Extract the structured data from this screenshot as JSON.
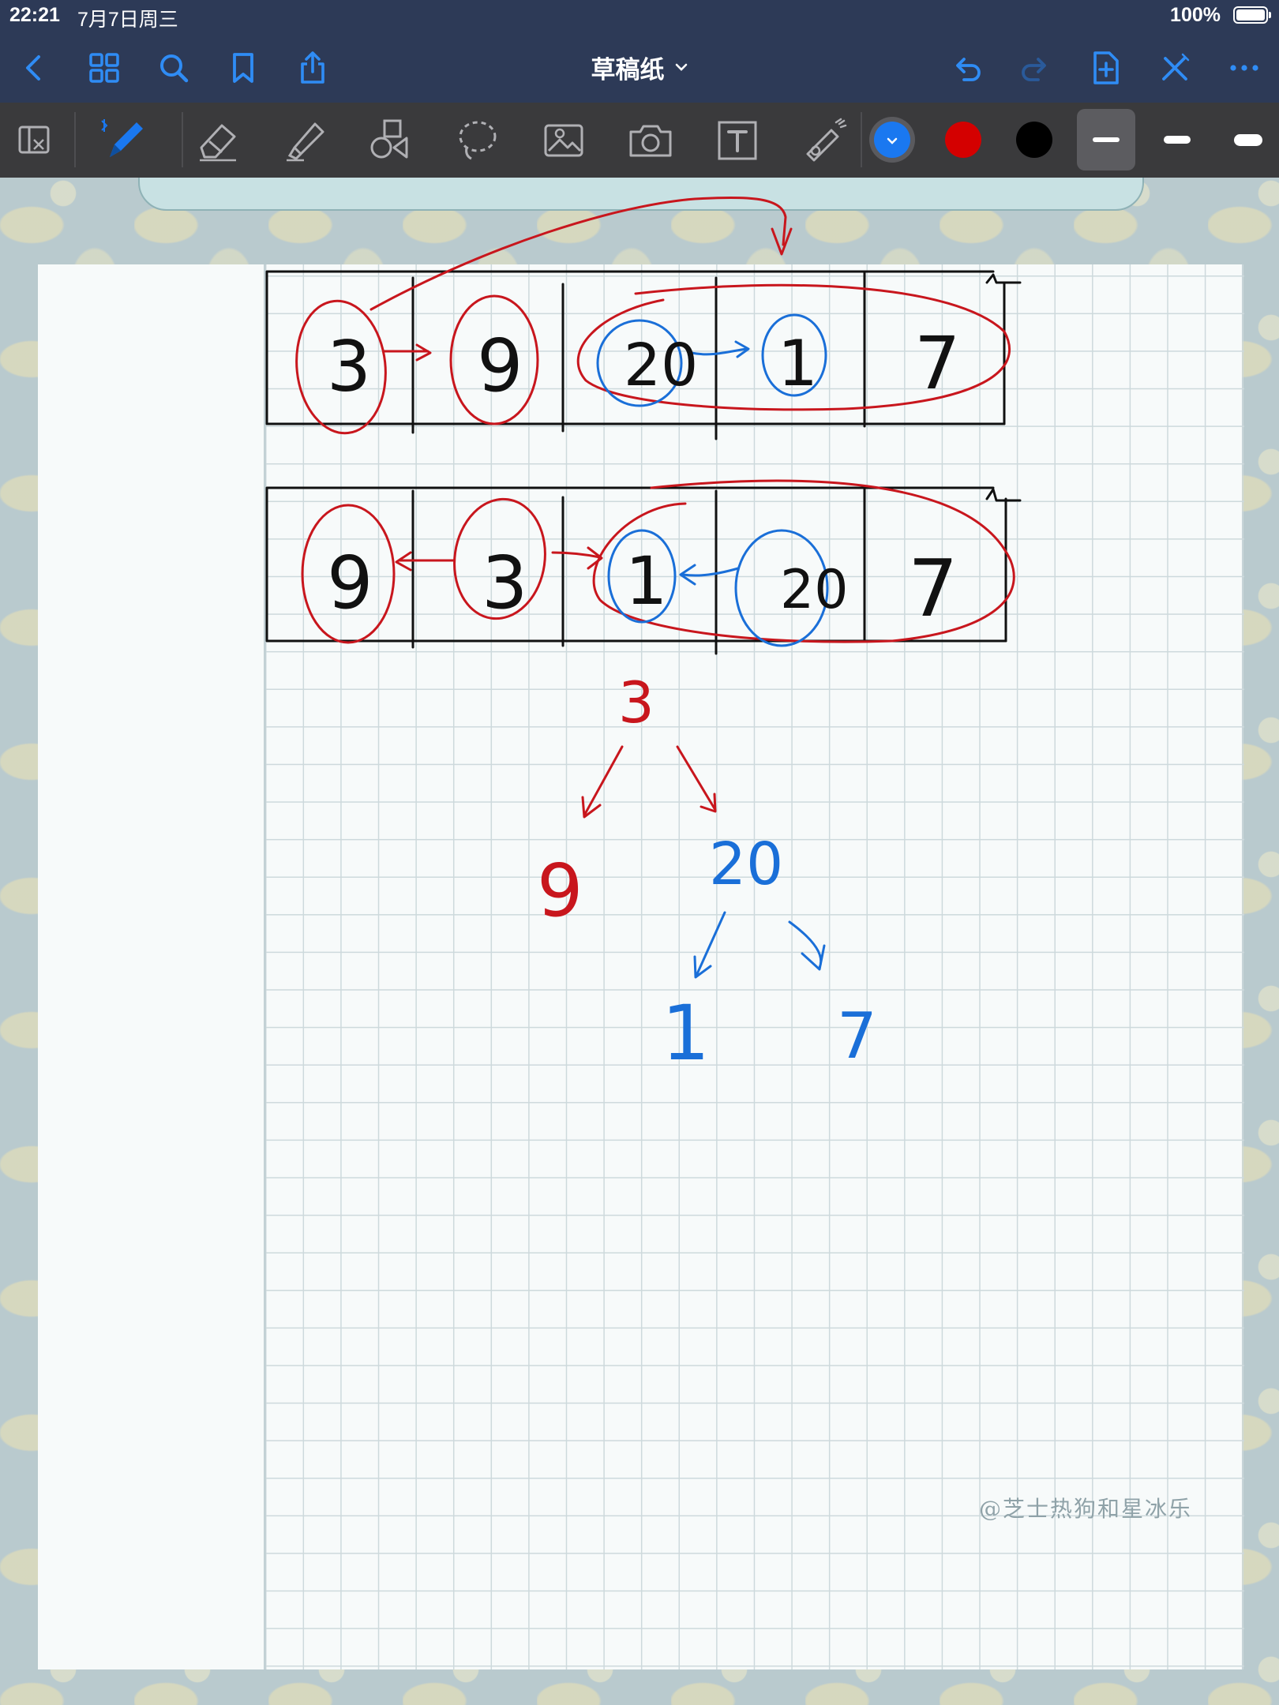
{
  "status_bar": {
    "time": "22:21",
    "date": "7月7日周三",
    "battery": "100%"
  },
  "nav_bar": {
    "title": "草稿纸",
    "left_buttons": [
      "back-icon",
      "thumbnails-grid-icon",
      "search-icon",
      "bookmark-icon",
      "share-icon"
    ],
    "right_buttons": [
      "undo-icon",
      "redo-icon",
      "add-page-icon",
      "close-pen-icon",
      "more-icon"
    ]
  },
  "toolbar": {
    "tools": [
      "read-only-icon",
      "pen-icon",
      "eraser-icon",
      "highlighter-icon",
      "shapes-icon",
      "lasso-icon",
      "image-icon",
      "camera-icon",
      "text-box-icon",
      "laser-pointer-icon"
    ],
    "selected_tool": "pen-icon",
    "colors": [
      "#1a78f0",
      "#d40000",
      "#000000"
    ],
    "selected_color": "#1a78f0",
    "stroke_widths": [
      "thin",
      "medium",
      "thick"
    ],
    "selected_stroke": "thin"
  },
  "notes": {
    "row1": [
      "3",
      "9",
      "20",
      "1",
      "7"
    ],
    "row2": [
      "9",
      "3",
      "1",
      "20",
      "7"
    ],
    "tree": {
      "root": "3",
      "left": "9",
      "right": "20",
      "right_left": "1",
      "right_right": "7"
    }
  },
  "watermark": "@芝士热狗和星冰乐",
  "colors": {
    "chrome": "#2d3a57",
    "toolbar": "#3a3a3c",
    "accent": "#1a78f0",
    "red_ink": "#c8161d",
    "blue_ink": "#1a6fd8"
  }
}
